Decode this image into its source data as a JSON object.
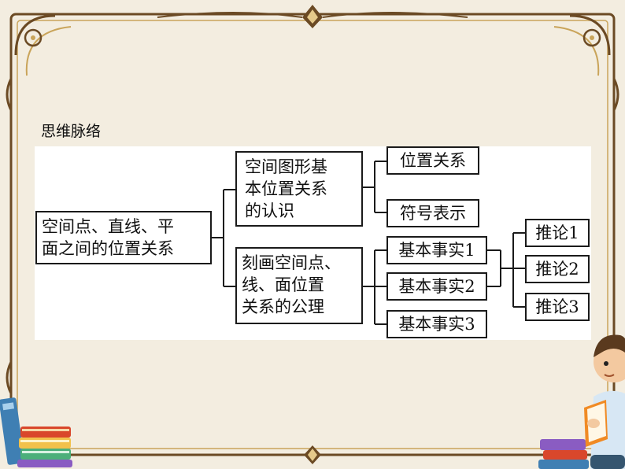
{
  "section_title": "思维脉络",
  "diagram": {
    "root": {
      "lines": [
        "空间点、直线、平",
        "面之间的位置关系"
      ]
    },
    "branch_recognition": {
      "lines": [
        "空间图形基",
        "本位置关系",
        "的认识"
      ]
    },
    "branch_axioms": {
      "lines": [
        "刻画空间点、",
        "线、面位置",
        "关系的公理"
      ]
    },
    "leaf_position": "位置关系",
    "leaf_symbol": "符号表示",
    "fact1": "基本事实1",
    "fact2": "基本事实2",
    "fact3": "基本事实3",
    "corollary1": "推论1",
    "corollary2": "推论2",
    "corollary3": "推论3"
  },
  "colors": {
    "frame_gold": "#c9a45a",
    "frame_dark": "#6b4a24",
    "background": "#f3ede0"
  }
}
